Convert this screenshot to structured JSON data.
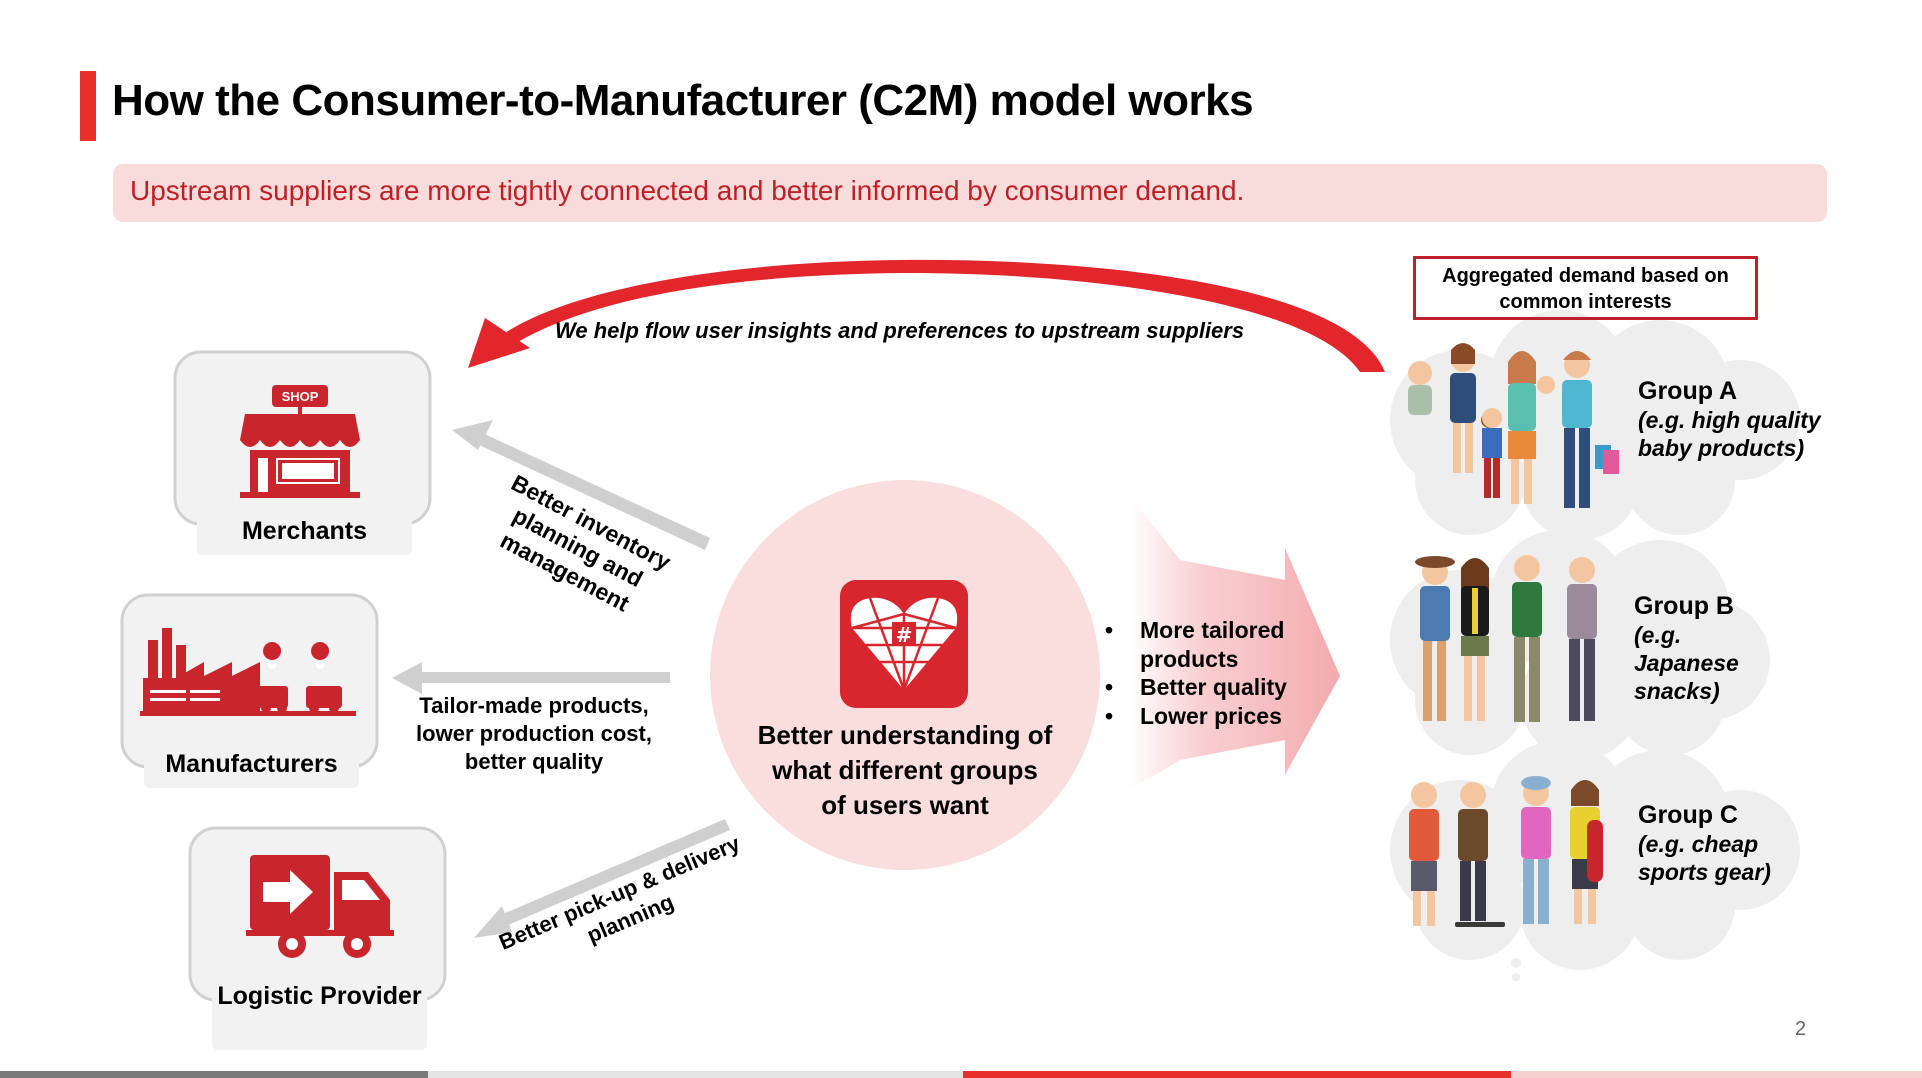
{
  "title": "How the Consumer-to-Manufacturer (C2M) model works",
  "banner": "Upstream suppliers are more tightly connected and better informed by consumer demand.",
  "aggregated_box": "Aggregated demand based on common interests",
  "insight_arrow_label": "We help flow user insights and preferences to upstream suppliers",
  "entities": {
    "merchants": {
      "label": "Merchants",
      "icon": "shop-icon",
      "sign": "SHOP"
    },
    "manufacturers": {
      "label": "Manufacturers",
      "icon": "factory-icon"
    },
    "logistics": {
      "label": "Logistic Provider",
      "icon": "delivery-truck-icon"
    }
  },
  "flows": {
    "merchants": [
      "Better inventory",
      "planning and",
      "management"
    ],
    "manufacturers": [
      "Tailor-made products,",
      "lower production cost,",
      "better quality"
    ],
    "logistics": [
      "Better pick-up & delivery",
      "planning"
    ]
  },
  "center": {
    "icon": "pinduoduo-heart-logo",
    "lines": [
      "Better understanding of",
      "what different groups",
      "of users want"
    ]
  },
  "benefits": [
    "More tailored products",
    "Better quality",
    "Lower prices"
  ],
  "groups": [
    {
      "title": "Group A",
      "desc": [
        "(e.g. high quality",
        "baby products)"
      ],
      "illustration": "family-icon"
    },
    {
      "title": "Group B",
      "desc": [
        "(e.g.",
        "Japanese",
        "snacks)"
      ],
      "illustration": "friends-group-icon"
    },
    {
      "title": "Group C",
      "desc": [
        "(e.g. cheap",
        "sports gear)"
      ],
      "illustration": "sports-youth-icon"
    }
  ],
  "page_number": "2",
  "colors": {
    "accent": "#e8302a",
    "brand_red": "#c8262c",
    "banner_bg": "#f8dcdc",
    "circle_bg": "#f9dedd"
  }
}
